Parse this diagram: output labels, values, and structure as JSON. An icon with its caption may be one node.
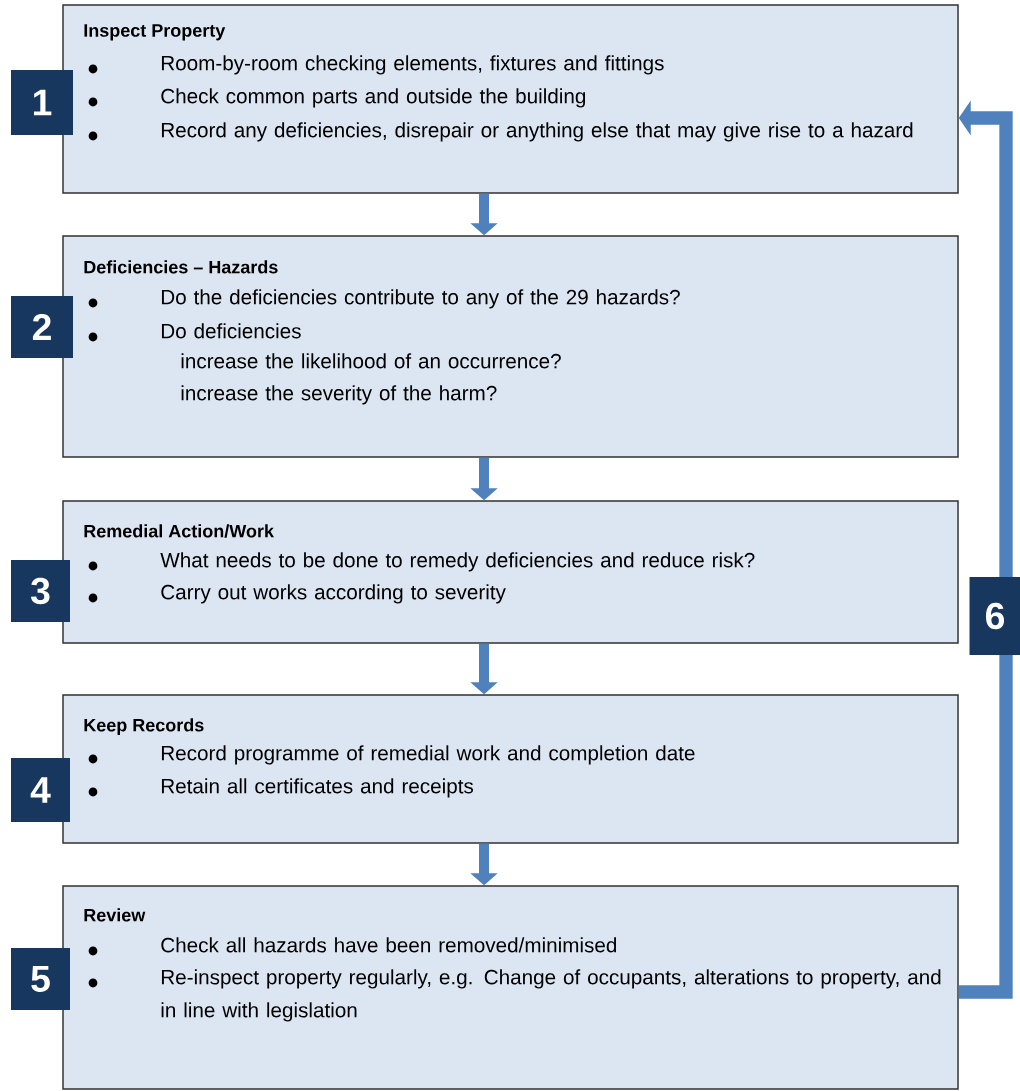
{
  "diagram": {
    "nodes": [
      {
        "text": [
          "1"
        ]
      },
      {
        "text": [
          "Inspect Property",
          "Room-by-room checking elements, fixtures and fittings",
          "Check common parts and outside the building",
          "Record any deficiencies, disrepair or anything else that may give rise to a hazard"
        ]
      },
      {
        "text": [
          "2"
        ]
      },
      {
        "text": [
          "Deficiencies – Hazards",
          "Do the deficiencies contribute to any of the 29 hazards?",
          "Do deficiencies",
          "increase the likelihood of an occurrence?",
          "increase the severity of the harm?"
        ]
      },
      {
        "text": [
          "3"
        ]
      },
      {
        "text": [
          "Remedial Action/Work",
          "What needs to be done to remedy deficiencies and reduce risk?",
          "Carry out works according to severity"
        ]
      },
      {
        "text": [
          "4"
        ]
      },
      {
        "text": [
          "Keep Records",
          "Record programme of remedial work and completion date",
          "Retain all certificates and receipts"
        ]
      },
      {
        "text": [
          "5"
        ]
      },
      {
        "text": [
          "Review",
          "Check all hazards have been removed/minimised",
          "Re-inspect property regularly, e.g. Change of occupants, alterations to property, and in line with legislation"
        ]
      }
    ],
    "edges": [
      {
        "from": 1,
        "to": 3,
        "arrow": "to"
      },
      {
        "from": 3,
        "to": 5,
        "arrow": "to"
      },
      {
        "from": 5,
        "to": 7,
        "arrow": "to"
      },
      {
        "from": 7,
        "to": 9,
        "arrow": "to"
      },
      {
        "from": 9,
        "to": 1,
        "arrow": "to",
        "label": "6"
      }
    ]
  }
}
